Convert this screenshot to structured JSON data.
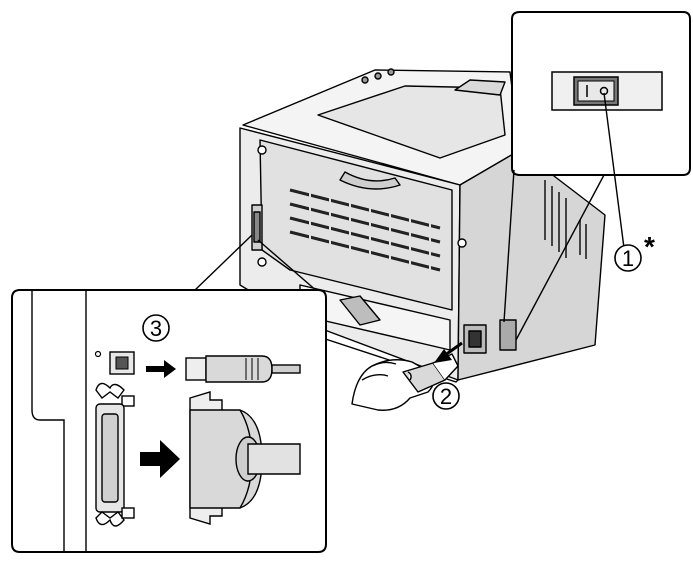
{
  "callouts": {
    "power_switch": "1",
    "power_cord": "2",
    "interface_cables": "3",
    "asterisk": "*"
  },
  "icons": {
    "printer": "printer-rear-icon",
    "switch": "power-switch-icon",
    "cord": "power-cord-icon",
    "usb": "usb-connector-icon",
    "parallel": "parallel-connector-icon",
    "arrow": "arrow-icon"
  },
  "colors": {
    "body_light": "#f2f2f2",
    "body_mid": "#d9d9d9",
    "body_dark": "#b8b8b8",
    "line": "#000000"
  }
}
